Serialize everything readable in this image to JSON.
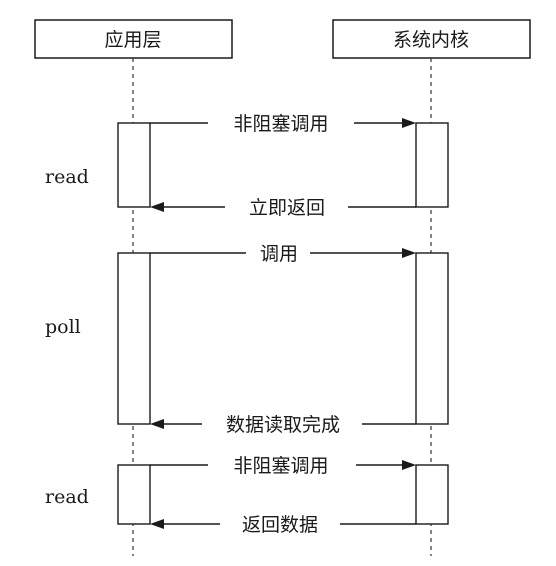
{
  "participants": {
    "app": "应用层",
    "kernel": "系统内核"
  },
  "phases": [
    {
      "label": "read",
      "request": "非阻塞调用",
      "response": "立即返回"
    },
    {
      "label": "poll",
      "request": "调用",
      "response": "数据读取完成"
    },
    {
      "label": "read",
      "request": "非阻塞调用",
      "response": "返回数据"
    }
  ]
}
